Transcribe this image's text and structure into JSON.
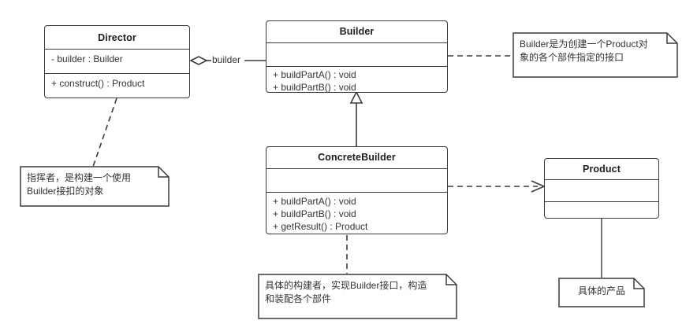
{
  "diagram": {
    "title": "Builder Pattern UML Class Diagram",
    "stroke_color": "#3b3b3b",
    "text_color": "#333333",
    "background": "#ffffff"
  },
  "classes": {
    "director": {
      "name": "Director",
      "attributes": [
        "- builder : Builder"
      ],
      "operations": [
        "+ construct()  : Product"
      ]
    },
    "builder": {
      "name": "Builder",
      "attributes": [],
      "operations": [
        "+ buildPartA() : void",
        "+ buildPartB() : void"
      ]
    },
    "concrete_builder": {
      "name": "ConcreteBuilder",
      "attributes": [],
      "operations": [
        "+ buildPartA() : void",
        "+ buildPartB() : void",
        "+ getResult() : Product"
      ]
    },
    "product": {
      "name": "Product",
      "attributes": [],
      "operations": []
    }
  },
  "notes": {
    "director_note": "指挥者，是构建一个使用\nBuilder接扣的对象",
    "builder_note": "Builder是为创建一个Product对\n象的各个部件指定的接口",
    "concrete_builder_note": "具体的构建者，实现Builder接口，构造\n和装配各个部件",
    "product_note": "具体的产品"
  },
  "relations": {
    "aggregation_label": "builder"
  }
}
